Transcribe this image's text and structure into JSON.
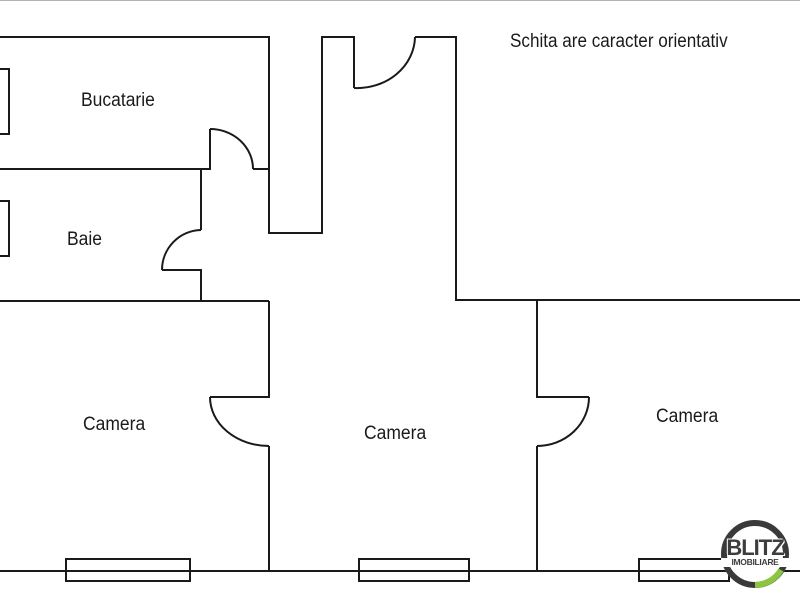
{
  "note": "Schita are caracter orientativ",
  "rooms": {
    "kitchen": "Bucatarie",
    "bathroom": "Baie",
    "room_left": "Camera",
    "room_center": "Camera",
    "room_right": "Camera"
  },
  "logo": {
    "main": "BLITZ",
    "sub": "IMOBILIARE",
    "ring_dark": "#3a3a3a",
    "ring_accent": "#8cc63f"
  },
  "colors": {
    "wall": "#1a1a1a",
    "background": "#ffffff",
    "top_border": "#b3b3b3"
  }
}
